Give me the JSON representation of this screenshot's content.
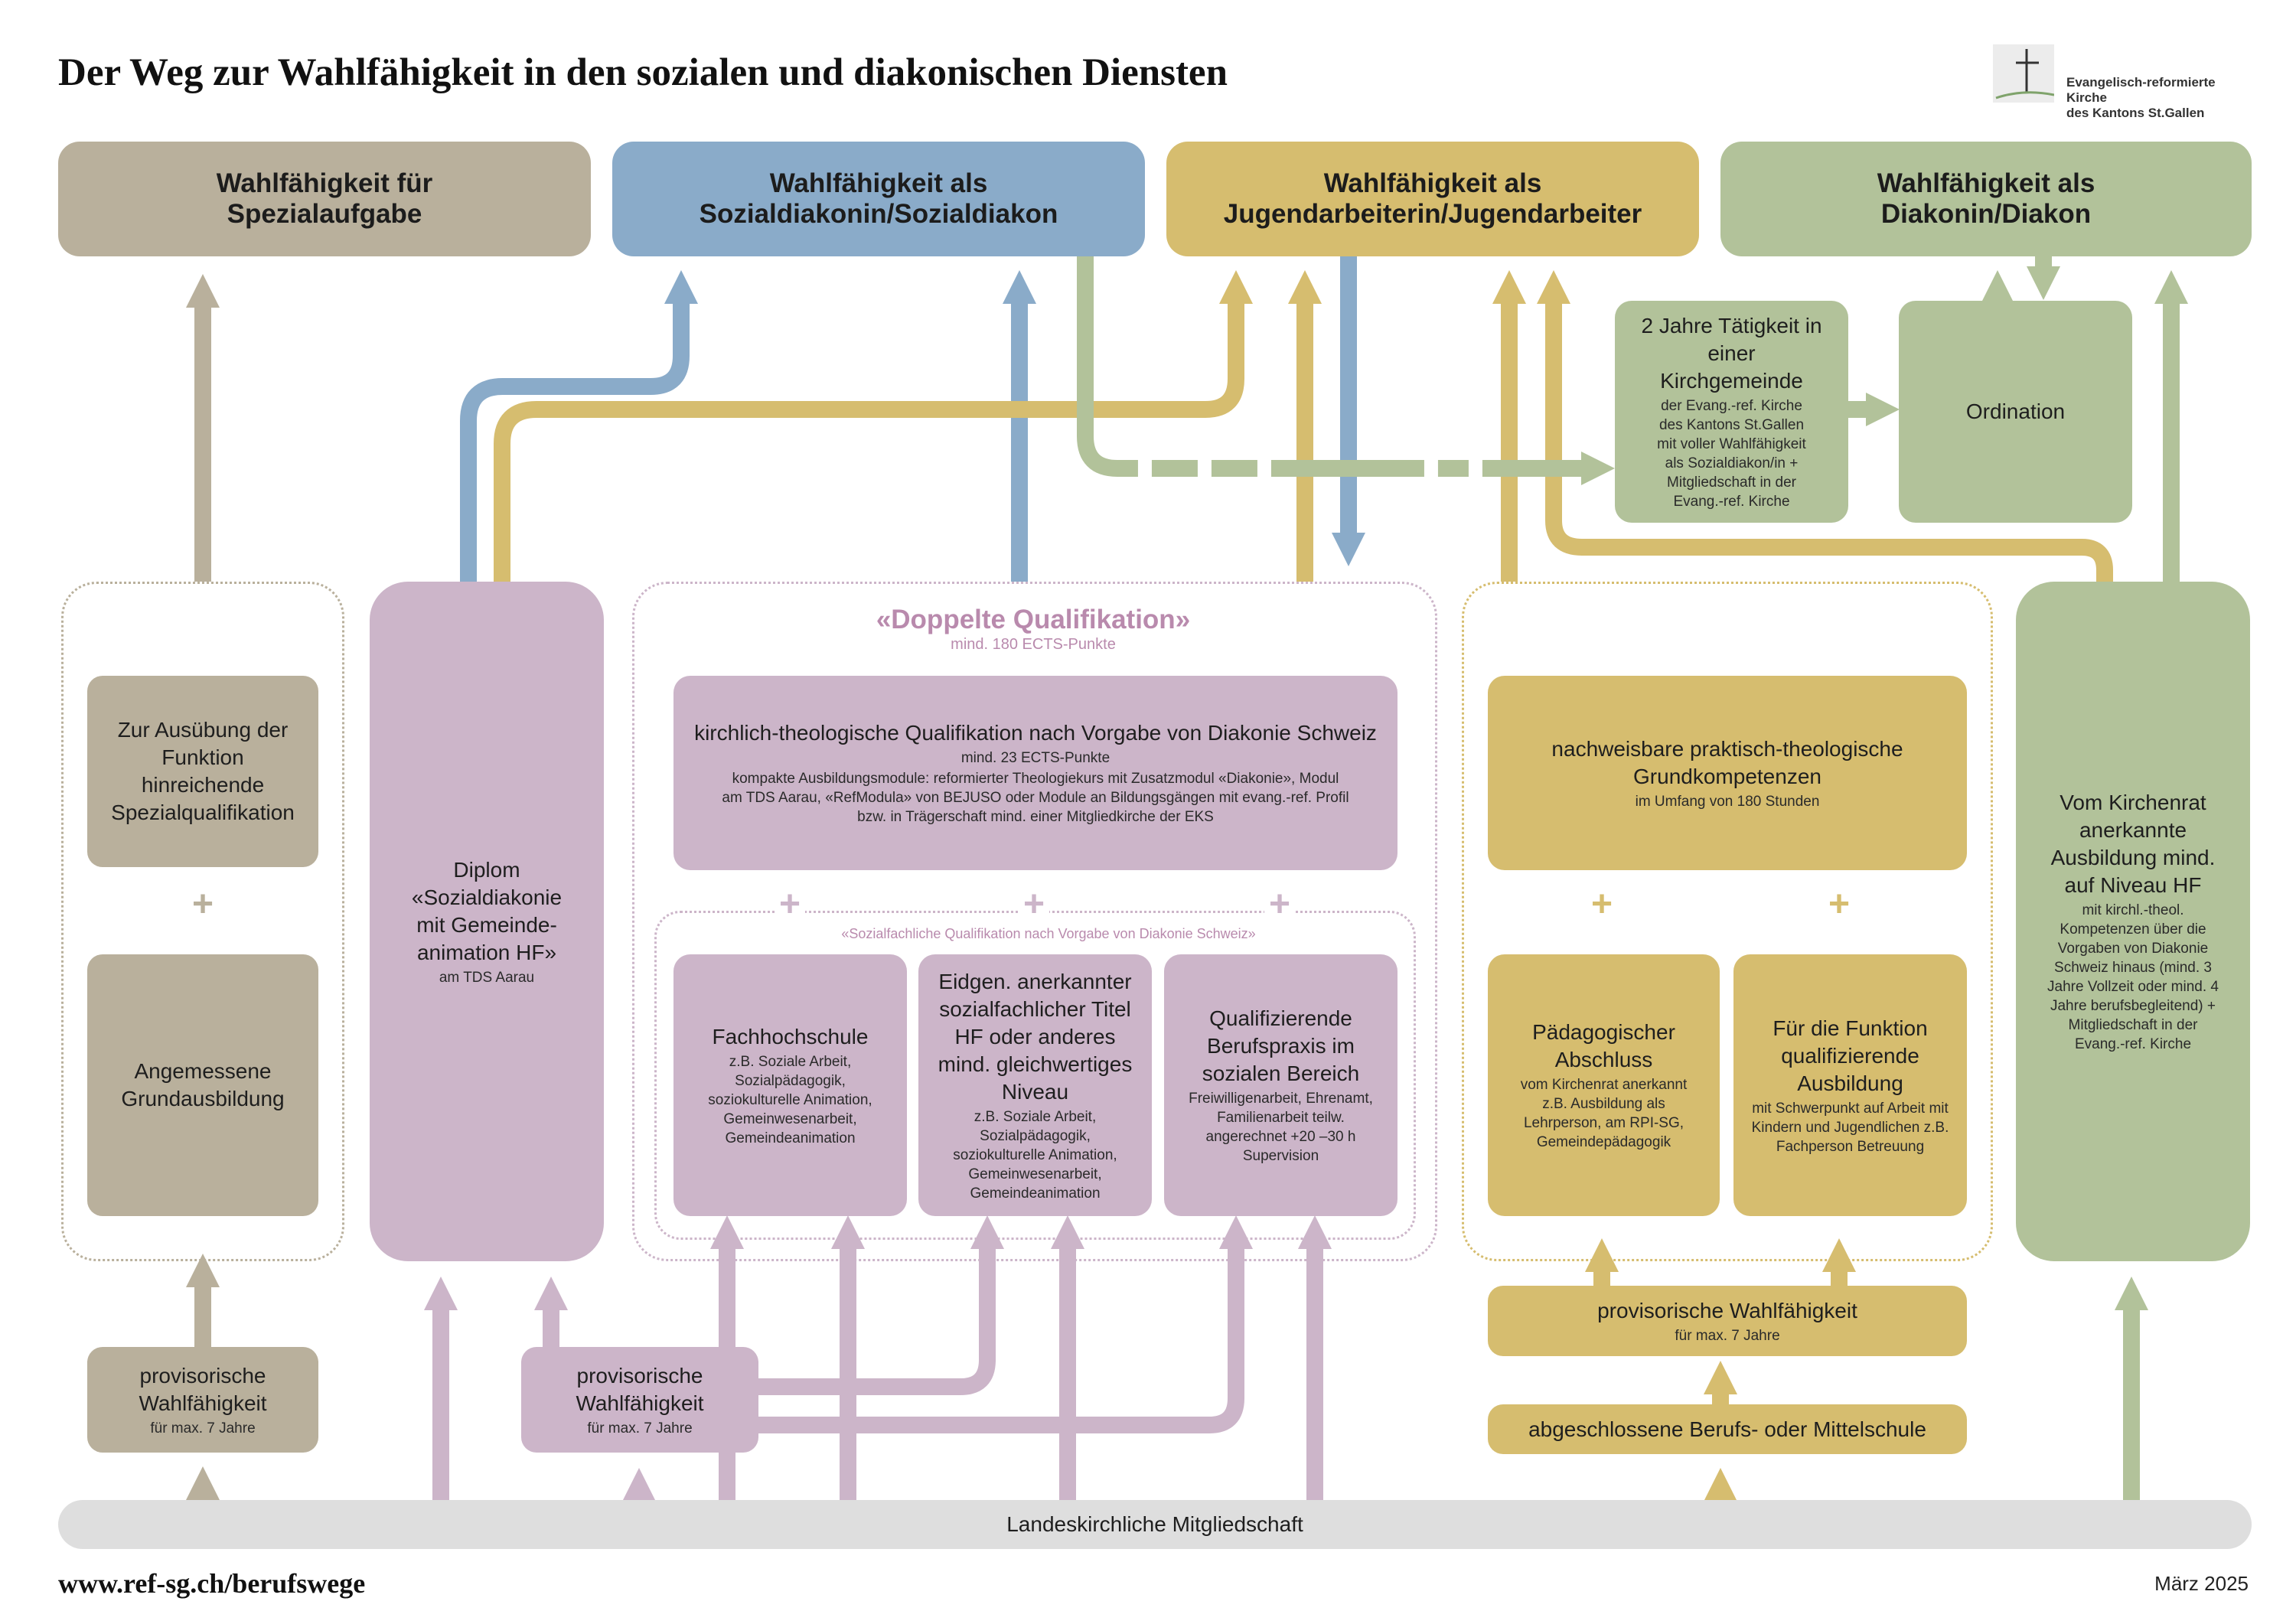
{
  "title": "Der Weg zur Wahlfähigkeit in den sozialen und diakonischen Diensten",
  "logo": {
    "line1": "Evangelisch-reformierte Kirche",
    "line2": "des Kantons St.Gallen"
  },
  "colors": {
    "taupe": "#b9b09c",
    "blue": "#8aabc9",
    "gold": "#d6bd6f",
    "green": "#b2c29a",
    "purple": "#ccb5c9",
    "grey": "#dedede"
  },
  "headers": {
    "spezial": "Wahlfähigkeit für Spezialaufgabe",
    "sozialdiakon": "Wahlfähigkeit als Sozialdiakonin/Sozialdiakon",
    "jugend": "Wahlfähigkeit als Jugendarbeiterin/Jugendarbeiter",
    "diakon": "Wahlfähigkeit als Diakonin/Diakon"
  },
  "spezial_col": {
    "qualifikation": "Zur Ausübung der Funktion hinreichende Spezialqualifikation",
    "grundausbildung": "Angemessene Grundausbildung",
    "prov_title": "provisorische Wahlfähigkeit",
    "prov_sub": "für max. 7 Jahre"
  },
  "diplom": {
    "title": "Diplom «Sozialdiakonie mit Gemeinde-animation HF»",
    "sub": "am TDS Aarau"
  },
  "prov_purple": {
    "title": "provisorische Wahlfähigkeit",
    "sub": "für max. 7 Jahre"
  },
  "doppelte": {
    "title": "«Doppelte Qualifikation»",
    "sub": "mind. 180 ECTS-Punkte",
    "kirchlich_title": "kirchlich-theologische Qualifikation nach Vorgabe von Diakonie Schweiz",
    "kirchlich_sub1": "mind. 23 ECTS-Punkte",
    "kirchlich_sub2": "kompakte Ausbildungsmodule: reformierter Theologiekurs mit Zusatzmodul «Diakonie», Modul am TDS Aarau, «RefModula» von BEJUSO oder Module an Bildungsgängen mit evang.-ref. Profil bzw. in Trägerschaft mind. einer Mitgliedkirche der EKS",
    "sozialfachlich": "«Sozialfachliche Qualifikation nach Vorgabe von Diakonie Schweiz»",
    "fh_title": "Fachhochschule",
    "fh_sub": "z.B. Soziale Arbeit, Sozialpädagogik, soziokulturelle Animation, Gemeinwesenarbeit, Gemeindeanimation",
    "eidg_title": "Eidgen. anerkannter sozialfachlicher Titel HF oder anderes mind. gleichwertiges Niveau",
    "eidg_sub": "z.B. Soziale Arbeit, Sozialpädagogik, soziokulturelle Animation, Gemeinwesenarbeit, Gemeindeanimation",
    "praxis_title": "Qualifizierende Berufspraxis im sozialen Bereich",
    "praxis_sub": "Freiwilligenarbeit, Ehrenamt, Familienarbeit teilw. angerechnet +20 –30 h Supervision"
  },
  "jugend_col": {
    "grundkompetenzen_title": "nachweisbare praktisch-theologische Grundkompetenzen",
    "grundkompetenzen_sub": "im Umfang von 180 Stunden",
    "paed_title": "Pädagogischer Abschluss",
    "paed_sub": "vom Kirchenrat anerkannt z.B. Ausbildung als Lehrperson, am RPI-SG, Gemeindepädagogik",
    "funktion_title": "Für die Funktion qualifizierende Ausbildung",
    "funktion_sub": "mit Schwerpunkt auf Arbeit mit Kindern und Jugendlichen z.B. Fachperson Betreuung",
    "prov_title": "provisorische Wahlfähigkeit",
    "prov_sub": "für max. 7 Jahre",
    "schule": "abgeschlossene Berufs- oder Mittelschule"
  },
  "diakon_col": {
    "taetigkeit_title": "2 Jahre Tätigkeit in einer Kirchgemeinde",
    "taetigkeit_sub": "der Evang.-ref. Kirche des Kantons St.Gallen mit voller Wahlfähigkeit als Sozialdiakon/in + Mitgliedschaft in der Evang.-ref. Kirche",
    "ordination": "Ordination",
    "ausbildung_title": "Vom Kirchenrat anerkannte Ausbildung mind. auf Niveau HF",
    "ausbildung_sub": "mit kirchl.-theol. Kompetenzen über die Vorgaben von Diakonie Schweiz hinaus (mind. 3 Jahre Vollzeit oder mind. 4 Jahre berufsbegleitend) + Mitgliedschaft in der Evang.-ref. Kirche"
  },
  "base": "Landeskirchliche Mitgliedschaft",
  "footer": {
    "url": "www.ref-sg.ch/berufswege",
    "date": "März 2025"
  }
}
